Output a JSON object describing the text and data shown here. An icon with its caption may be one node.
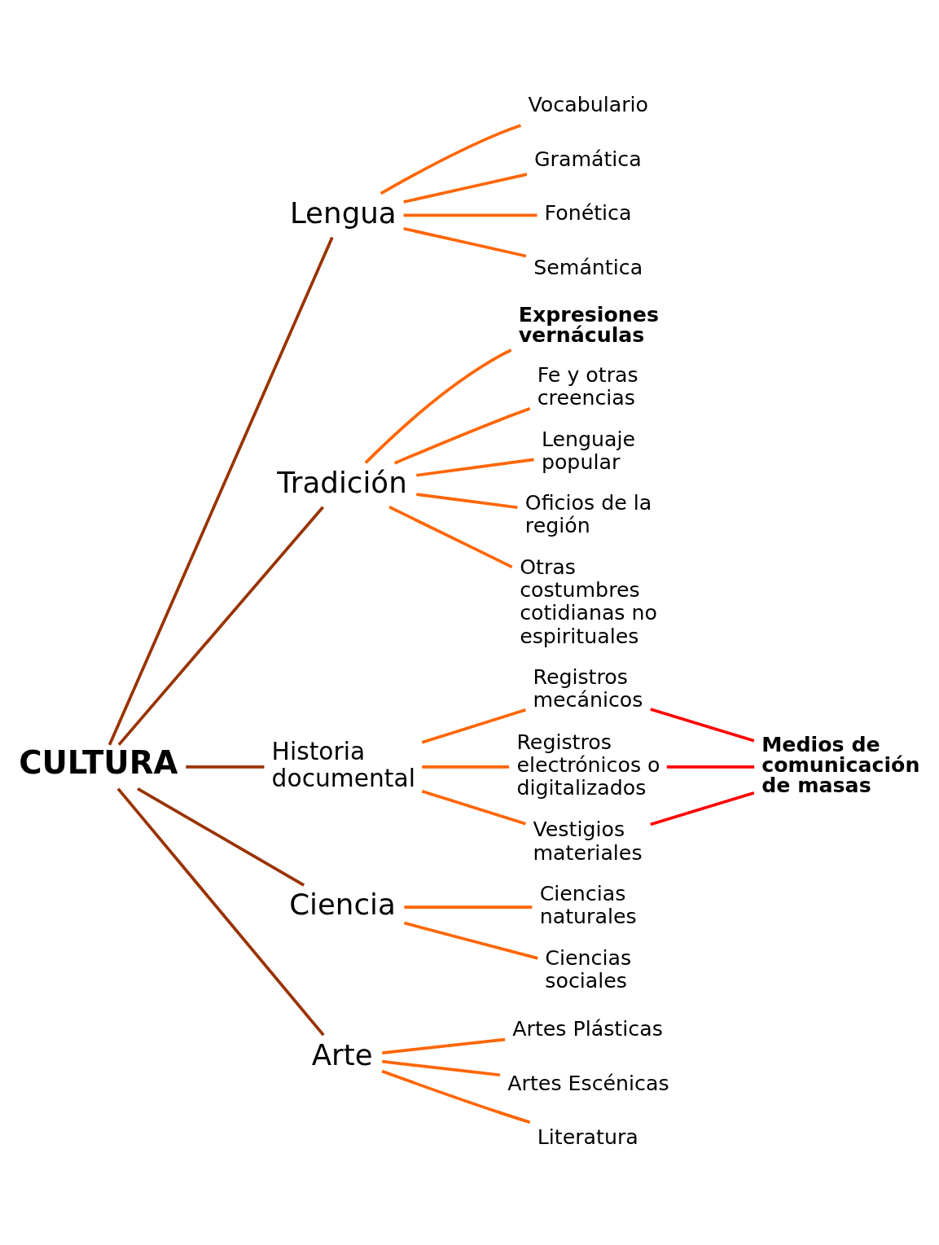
{
  "diagram": {
    "nodes": [
      {
        "text": [
          "CULTURA"
        ]
      },
      {
        "text": [
          "Lengua"
        ]
      },
      {
        "text": [
          "Vocabulario"
        ]
      },
      {
        "text": [
          "Gramática"
        ]
      },
      {
        "text": [
          "Fonética"
        ]
      },
      {
        "text": [
          "Semántica"
        ]
      },
      {
        "text": [
          "Tradición"
        ]
      },
      {
        "text": [
          "Expresiones vernáculas"
        ]
      },
      {
        "text": [
          "Fe y otras creencias"
        ]
      },
      {
        "text": [
          "Lenguaje popular"
        ]
      },
      {
        "text": [
          "Oficios de la región"
        ]
      },
      {
        "text": [
          "Otras costumbres cotidianas no espirituales"
        ]
      },
      {
        "text": [
          "Historia documental"
        ]
      },
      {
        "text": [
          "Registros mecánicos"
        ]
      },
      {
        "text": [
          "Registros electrónicos o digitalizados"
        ]
      },
      {
        "text": [
          "Vestigios materiales"
        ]
      },
      {
        "text": [
          "Medios de comunicación de masas"
        ]
      },
      {
        "text": [
          "Ciencia"
        ]
      },
      {
        "text": [
          "Ciencias naturales"
        ]
      },
      {
        "text": [
          "Ciencias sociales"
        ]
      },
      {
        "text": [
          "Arte"
        ]
      },
      {
        "text": [
          "Artes Plásticas"
        ]
      },
      {
        "text": [
          "Artes Escénicas"
        ]
      },
      {
        "text": [
          "Literatura"
        ]
      }
    ],
    "edges": [
      {
        "from": 0,
        "to": 1,
        "arrow": "none",
        "color": "#993300"
      },
      {
        "from": 0,
        "to": 6,
        "arrow": "none",
        "color": "#993300"
      },
      {
        "from": 0,
        "to": 12,
        "arrow": "none",
        "color": "#993300"
      },
      {
        "from": 0,
        "to": 17,
        "arrow": "none",
        "color": "#993300"
      },
      {
        "from": 0,
        "to": 20,
        "arrow": "none",
        "color": "#993300"
      },
      {
        "from": 1,
        "to": 2,
        "arrow": "none"
      },
      {
        "from": 1,
        "to": 3,
        "arrow": "none"
      },
      {
        "from": 1,
        "to": 4,
        "arrow": "none"
      },
      {
        "from": 1,
        "to": 5,
        "arrow": "none"
      },
      {
        "from": 6,
        "to": 7,
        "arrow": "none"
      },
      {
        "from": 6,
        "to": 8,
        "arrow": "none"
      },
      {
        "from": 6,
        "to": 9,
        "arrow": "none"
      },
      {
        "from": 6,
        "to": 10,
        "arrow": "none"
      },
      {
        "from": 6,
        "to": 11,
        "arrow": "none"
      },
      {
        "from": 12,
        "to": 13,
        "arrow": "none"
      },
      {
        "from": 12,
        "to": 14,
        "arrow": "none"
      },
      {
        "from": 12,
        "to": 15,
        "arrow": "none"
      },
      {
        "from": 13,
        "to": 16,
        "arrow": "none",
        "color": "#ff0000"
      },
      {
        "from": 14,
        "to": 16,
        "arrow": "none",
        "color": "#ff0000"
      },
      {
        "from": 15,
        "to": 16,
        "arrow": "none",
        "color": "#ff0000"
      },
      {
        "from": 17,
        "to": 18,
        "arrow": "none"
      },
      {
        "from": 17,
        "to": 19,
        "arrow": "none"
      },
      {
        "from": 20,
        "to": 21,
        "arrow": "none"
      },
      {
        "from": 20,
        "to": 22,
        "arrow": "none"
      },
      {
        "from": 20,
        "to": 23,
        "arrow": "none"
      }
    ]
  }
}
